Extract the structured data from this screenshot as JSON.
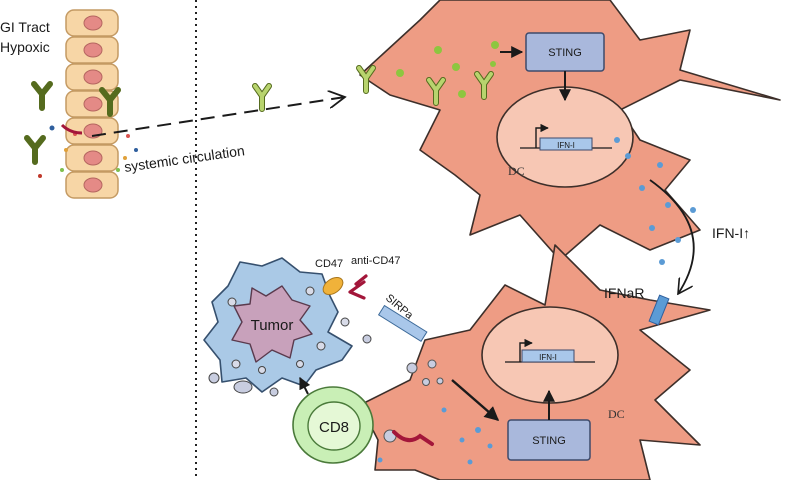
{
  "gut": {
    "title_line1": "GI Tract",
    "title_line2": "Hypoxic",
    "circulation_label": "systemic circulation"
  },
  "dc_top": {
    "sting_label": "STING",
    "gene_label": "IFN-I",
    "cell_label": "DC"
  },
  "signal": {
    "ifn_label": "IFN-I↑",
    "receptor_label": "IFNaR"
  },
  "tumor": {
    "label": "Tumor",
    "cd47_label": "CD47",
    "anti_cd47_label": "anti-CD47",
    "sirpa_label": "SIRPa",
    "cd8_label": "CD8"
  },
  "dc_bottom": {
    "gene_label": "IFN-I",
    "sting_label": "STING",
    "cell_label": "DC"
  },
  "colors": {
    "dc_fill": "#ee9c84",
    "dc_stroke": "#3d2f2a",
    "nucleus_fill": "#f7c7b4",
    "sting_fill": "#a9b8dc",
    "gut_fill": "#f7d6a6",
    "gut_nucleus": "#e48a86",
    "tumor_outer": "#aac9e6",
    "tumor_inner": "#c8a1bb",
    "cd8_outer": "#c9efb6",
    "cd8_inner": "#e5f8d6",
    "bacteria": "#b8d46e",
    "dot_blue": "#5b9bd5"
  }
}
